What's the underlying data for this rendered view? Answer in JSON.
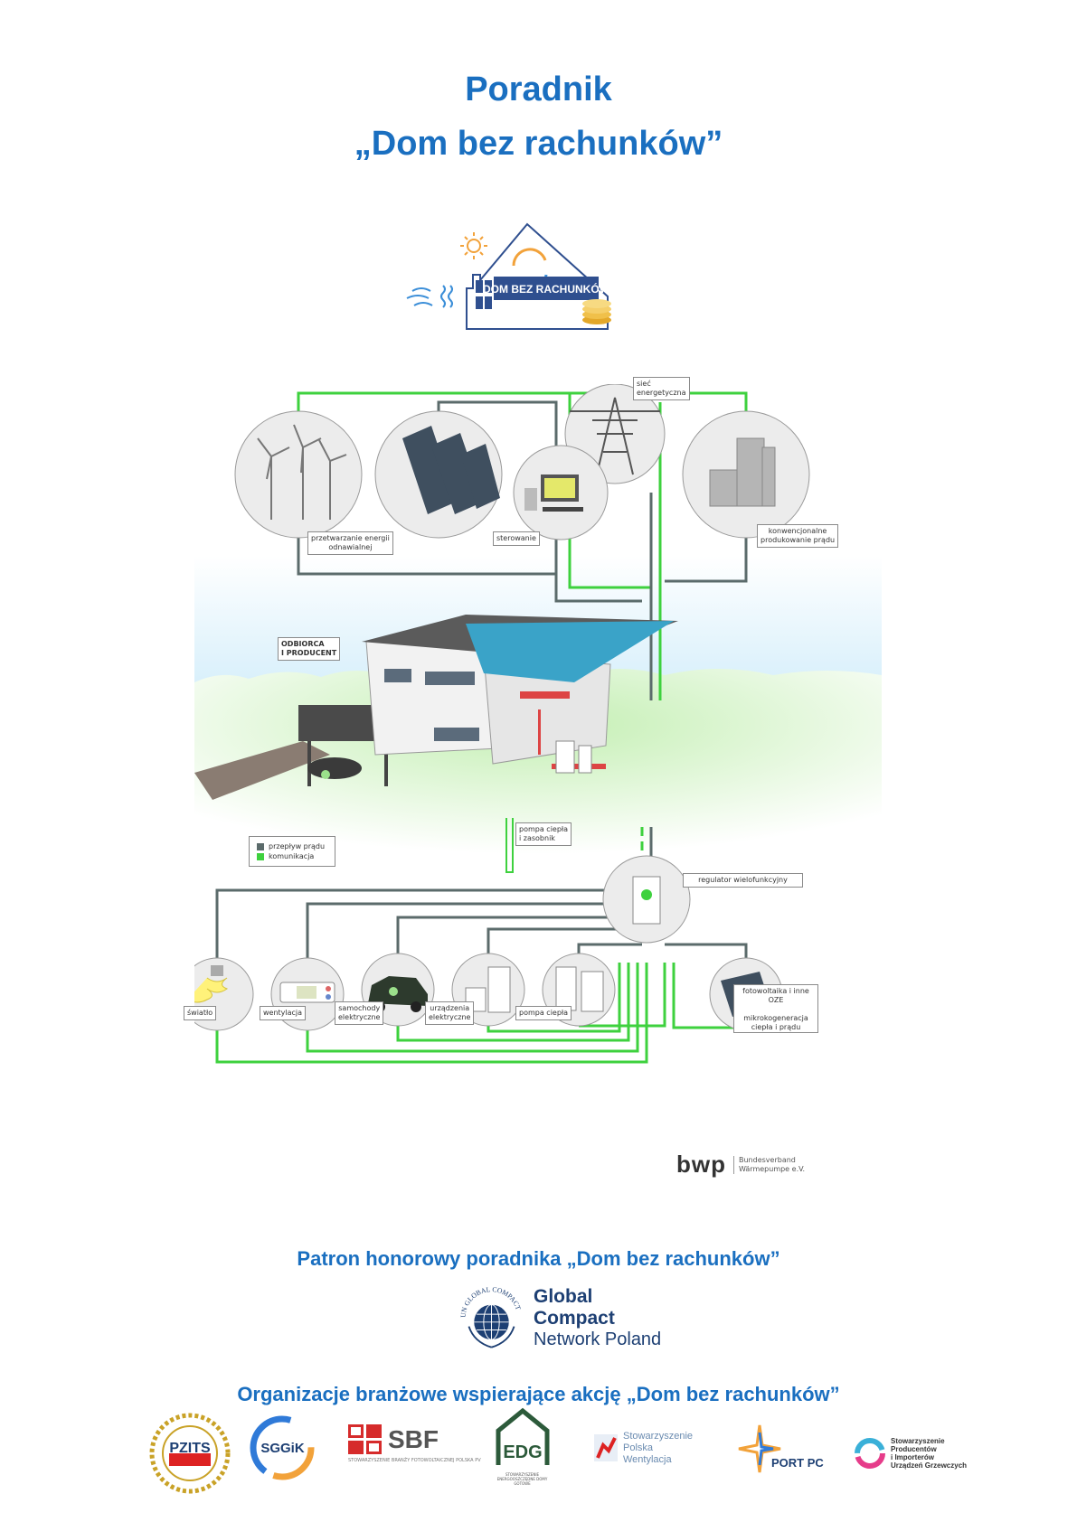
{
  "header": {
    "title_line1": "Poradnik",
    "title_line2": "„Dom bez rachunków”"
  },
  "brand_logo": {
    "text": "DOM BEZ RACHUNKÓW"
  },
  "diagram": {
    "labels": {
      "renewable": "przetwarzanie energii\nodnawialnej",
      "control": "sterowanie",
      "grid": "sieć\nenergetyczna",
      "conventional": "konwencjonalne\nprodukowanie prądu",
      "prosumer": "ODBIORCA\nI PRODUCENT",
      "heat_pump_storage": "pompa ciepła\ni zasobnik",
      "controller": "regulator wielofunkcyjny",
      "light": "światło",
      "ventilation": "wentylacja",
      "ev": "samochody\nelektryczne",
      "appliances": "urządzenia\nelektryczne",
      "heat_pump": "pompa ciepła",
      "pv": "fotowoltaika i inne OZE\n\nmikrokogeneracja\nciepła i prądu"
    },
    "legend": [
      {
        "label": "przepływ prądu",
        "color": "#5b6b6b"
      },
      {
        "label": "komunikacja",
        "color": "#3ed13e"
      }
    ],
    "credit": {
      "logo": "bwp",
      "line1": "Bundesverband",
      "line2": "Wärmepumpe e.V."
    },
    "colors": {
      "communication": "#3ed13e",
      "power": "#5b6b6b",
      "circle_bg": "#ececec"
    }
  },
  "patron": {
    "heading": "Patron honorowy poradnika „Dom bez rachunków”",
    "logo_arc": "UN GLOBAL COMPACT",
    "name_line1": "Global Compact",
    "name_line2": "Network Poland"
  },
  "organizations": {
    "heading": "Organizacje branżowe wspierające akcję „Dom bez rachunków”",
    "logos": {
      "pzits": "PZITS",
      "sggik": "SGGiK",
      "sbf": "SBF",
      "sbf_sub": "STOWARZYSZENIE BRANŻY FOTOWOLTAICZNEJ POLSKA PV",
      "edg": "EDG",
      "edg_sub": "STOWARZYSZENIE ENERGOOSZCZĘDNE DOMY GOTOWE",
      "spw_line1": "Stowarzyszenie",
      "spw_line2": "Polska",
      "spw_line3": "Wentylacja",
      "portpc": "PORT PC",
      "spiug_line1": "Stowarzyszenie",
      "spiug_line2": "Producentów",
      "spiug_line3": "i Importerów",
      "spiug_line4": "Urządzeń Grzewczych"
    }
  }
}
